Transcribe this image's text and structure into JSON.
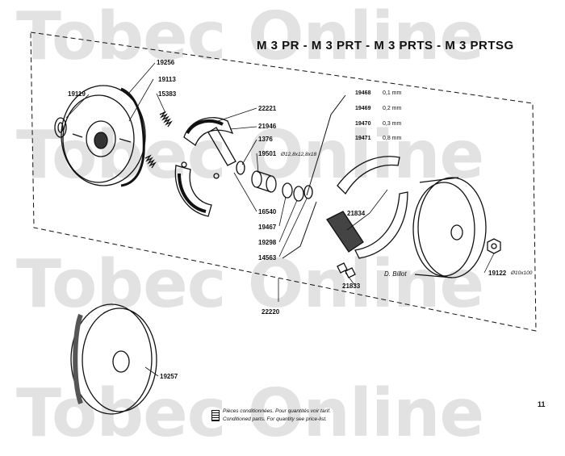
{
  "watermark": "Tobec Online",
  "title": "M 3 PR  -  M 3 PRT  -  M 3 PRTS  -  M 3 PRTSG",
  "page_number": "11",
  "parts": {
    "p19256": "19256",
    "p19113": "19113",
    "p15383": "15383",
    "p19119": "19119",
    "p22221": "22221",
    "p21946": "21946",
    "p1376": "1376",
    "p19501": "19501",
    "p19501_spec": "Ø12,8x12,8x18",
    "p16540": "16540",
    "p19467": "19467",
    "p19298": "19298",
    "p14563": "14563",
    "p21834": "21834",
    "p21833": "21833",
    "p19122": "19122",
    "p19122_spec": "Ø10x100",
    "p22220": "22220",
    "p19257": "19257"
  },
  "thickness_table": [
    {
      "part": "19468",
      "value": "0,1 mm"
    },
    {
      "part": "19469",
      "value": "0,2 mm"
    },
    {
      "part": "19470",
      "value": "0,3 mm"
    },
    {
      "part": "19471",
      "value": "0,8 mm"
    }
  ],
  "footnote": {
    "line1": "Pièces conditionnées. Pour quantités voir tarif.",
    "line2": "Conditioned parts. For quantity see price-list."
  },
  "signature": "D. Billot"
}
